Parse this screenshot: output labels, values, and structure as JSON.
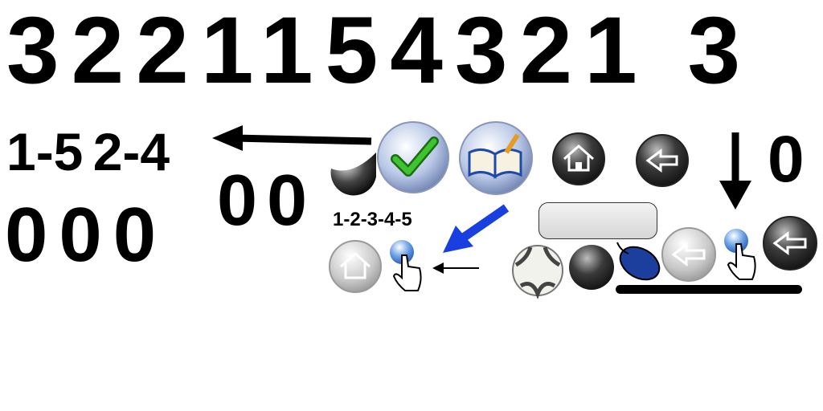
{
  "sequence": "3221154321 3",
  "pairs": "1-5 2-4",
  "zeros_three": "000",
  "zeros_two": "00",
  "zero_single": "0",
  "range_label": "1-2-3-4-5",
  "empty_button_label": "",
  "colors": {
    "text": "#000000",
    "pointer_arrow": "#1a3fe0",
    "mouse": "#1c3f9e",
    "check": "#2fb52a"
  },
  "icons": [
    "check-orb-icon",
    "book-orb-icon",
    "home-dark-icon",
    "back-dark-icon",
    "home-gray-icon",
    "back-gray-icon",
    "back-dark-icon-2",
    "globe-hand-icon",
    "globe-hand-icon-2",
    "soccer-ball-icon",
    "black-sphere-icon",
    "mouse-icon",
    "half-sphere-icon"
  ]
}
